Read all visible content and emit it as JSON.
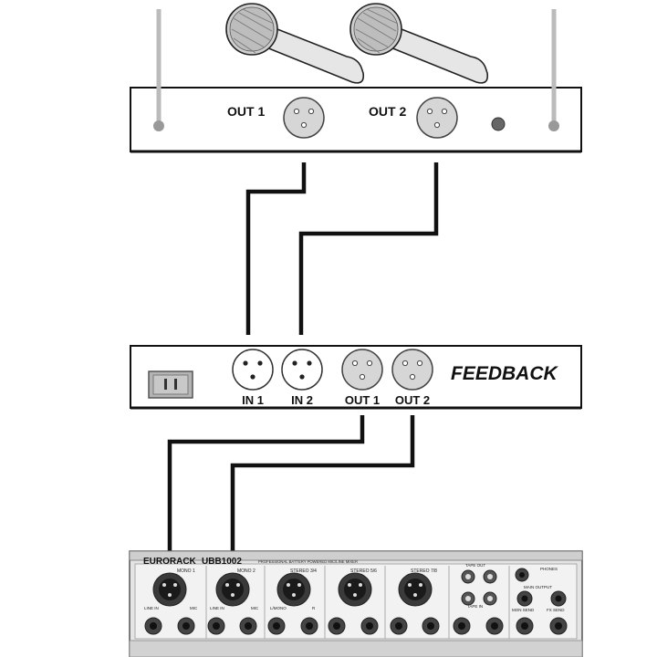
{
  "receiver": {
    "out1_label": "OUT 1",
    "out2_label": "OUT 2"
  },
  "feedback_box": {
    "title": "FEEDBACK",
    "in1_label": "IN 1",
    "in2_label": "IN 2",
    "out1_label": "OUT 1",
    "out2_label": "OUT 2"
  },
  "mixer": {
    "brand": "EURORACK",
    "model": "UBB1002",
    "tagline": "PROFESSIONAL BATTERY POWERED MIC/LINE MIXER",
    "ch1": "MONO 1",
    "ch2": "MONO 2",
    "ch34": "STEREO 3/4",
    "ch56": "STEREO 5/6",
    "ch78": "STEREO 7/8",
    "tape_out": "TAPE OUT",
    "tape_in": "TAPE IN",
    "phones": "PHONES",
    "main_output": "MAIN OUTPUT",
    "mon_send": "MON SEND",
    "fx_send": "FX SEND",
    "line_in_1": "LINE IN",
    "line_in_2": "LINE IN",
    "mic_1": "MIC",
    "mic_2": "MIC",
    "l_mono": "L/MONO",
    "r": "R"
  },
  "colors": {
    "line": "#111111",
    "panel_fill": "#ffffff",
    "connector_fill": "#d6d6d6",
    "mixer_fill": "#e4e4e4"
  }
}
